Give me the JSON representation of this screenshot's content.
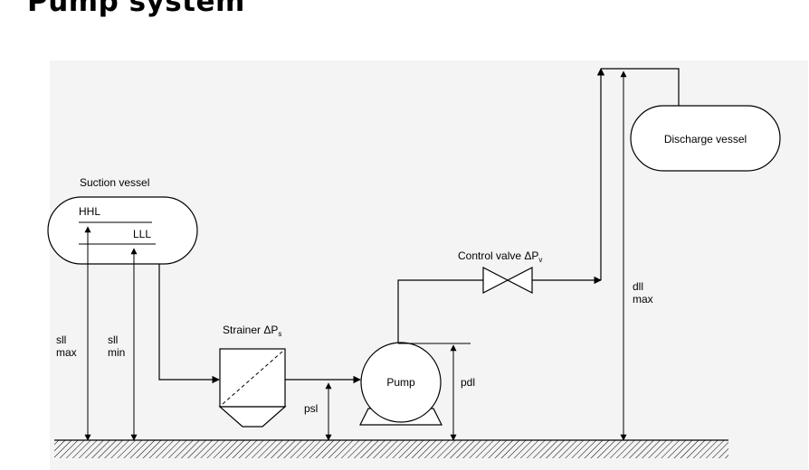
{
  "page": {
    "title": "Pump system"
  },
  "diagram": {
    "suction_vessel": {
      "label": "Suction vessel",
      "hhl": "HHL",
      "lll": "LLL"
    },
    "discharge_vessel": {
      "label": "Discharge vessel"
    },
    "strainer": {
      "label": "Strainer ΔP",
      "subscript": "s"
    },
    "control_valve": {
      "label": "Control valve ΔP",
      "subscript": "v"
    },
    "pump": {
      "label": "Pump"
    },
    "dimensions": {
      "sll_max": [
        "sll",
        "max"
      ],
      "sll_min": [
        "sll",
        "min"
      ],
      "psl": "psl",
      "pdl": "pdl",
      "dll_max": [
        "dll",
        "max"
      ]
    }
  }
}
